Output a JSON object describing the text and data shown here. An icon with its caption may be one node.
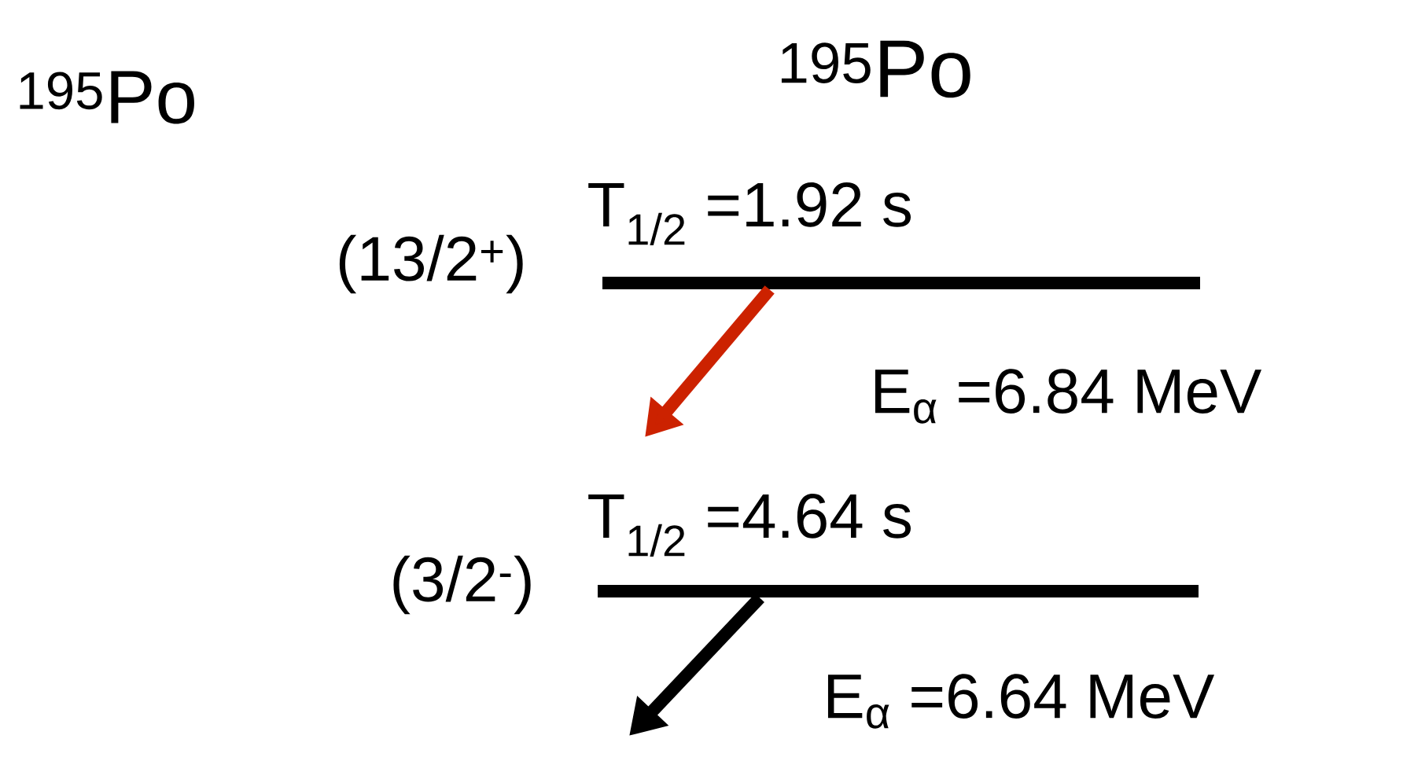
{
  "diagram": {
    "nodes": [
      {
        "text": [],
        "shape": "bar",
        "beside": [
          "(13/2$^{+}$)",
          "T$_{1/2}$ =1.92 s"
        ]
      },
      {
        "text": [],
        "shape": "bar",
        "beside": [
          "(3/2$^{-}$)",
          "T$_{1/2}$ =4.64 s"
        ]
      }
    ],
    "edges": [
      {
        "from": 0,
        "to": null,
        "arrow": "to",
        "label": "E$_{α}$ =6.84 MeV",
        "color": "#cc2200"
      },
      {
        "from": 1,
        "to": null,
        "arrow": "to",
        "label": "E$_{α}$ =6.64 MeV",
        "color": "#000000"
      }
    ],
    "labels": [
      "$^{195}$Po",
      "$^{195}$Po"
    ]
  }
}
